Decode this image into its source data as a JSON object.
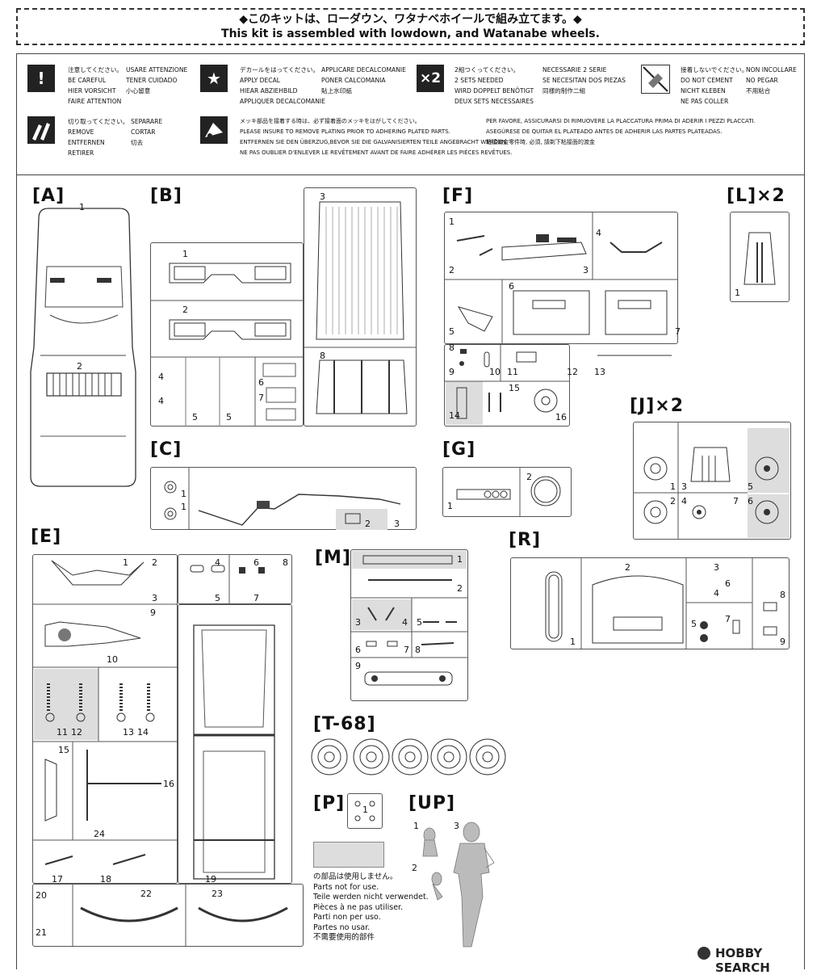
{
  "banner": {
    "jp": "◆このキットは、ローダウン、ワタナベホイールで組み立てます。◆",
    "en": "This kit is assembled with lowdown, and Watanabe wheels."
  },
  "legend": {
    "careful": [
      "注意してください。",
      "BE CAREFUL",
      "HIER VORSICHT",
      "FAIRE ATTENTION"
    ],
    "careful2": [
      "USARE ATTENZIONE",
      "TENER CUIDADO",
      "小心留意"
    ],
    "decal": [
      "デカールをはってください。",
      "APPLY DECAL",
      "HIEAR ABZIEHBILD",
      "APPLIQUER DECALCOMANIE"
    ],
    "decal2": [
      "APPLICARE DECALCOMANIE",
      "PONER CALCOMANIA",
      "貼上水印紙"
    ],
    "twosets_icon": "×2",
    "twosets": [
      "2組つくってください。",
      "2 SETS NEEDED",
      "WIRD DOPPELT BENÖTIGT",
      "DEUX SETS NECESSAIRES"
    ],
    "twosets2": [
      "NECESSARIE 2 SERIE",
      "SE NECESITAN DOS PIEZAS",
      "同樣的制作二組"
    ],
    "nocement": [
      "接着しないでください。",
      "DO NOT CEMENT",
      "NICHT KLEBEN",
      "NE PAS COLLER"
    ],
    "nocement2": [
      "NON INCOLLARE",
      "NO PEGAR",
      "不用粘合"
    ],
    "remove": [
      "切り取ってください。",
      "REMOVE",
      "ENTFERNEN",
      "RETIRER"
    ],
    "remove2": [
      "SEPARARE",
      "CORTAR",
      "切去"
    ],
    "plating": [
      "メッキ部品を接着する時は、必ず接着面のメッキをはがしてください。",
      "PLEASE INSURE TO REMOVE PLATING PRIOR TO ADHERING PLATED PARTS.",
      "ENTFERNEN SIE DEN ÜBERZUG,BEVOR SIE DIE GALVANISIERTEN TEILE ANGEBRACHT WERDEN.",
      "NE PAS OUBLIER D'ENLEVER LE REVÊTEMENT AVANT DE FAIRE ADHÉRER LES PIÈCES REVÊTUES."
    ],
    "plating2": [
      "PER FAVORE, ASSICURARSI DI RIMUOVERE LA PLACCATURA PRIMA DI ADERIR I PEZZI PLACCATI.",
      "ASEGÚRESE DE QUITAR EL PLATEADO ANTES DE ADHERIR LAS PARTES PLATEADAS.",
      "粘接渡金零件時, 必須, 請剃下粘接面的渡金"
    ]
  },
  "sprues": {
    "A": "[A]",
    "B": "[B]",
    "C": "[C]",
    "E": "[E]",
    "F": "[F]",
    "G": "[G]",
    "L": "[L]×2",
    "J": "[J]×2",
    "R": "[R]",
    "M": "[M]",
    "T68": "[T-68]",
    "P": "[P]",
    "UP": "[UP]"
  },
  "parts": {
    "A": [
      "1",
      "2"
    ],
    "B": [
      "1",
      "2",
      "3",
      "4",
      "4",
      "5",
      "5",
      "6",
      "7",
      "8"
    ],
    "C": [
      "1",
      "1",
      "2",
      "3"
    ],
    "E": [
      "1",
      "2",
      "3",
      "4",
      "5",
      "6",
      "7",
      "8",
      "9",
      "10",
      "11",
      "12",
      "13",
      "14",
      "15",
      "16",
      "17",
      "18",
      "19",
      "20",
      "21",
      "22",
      "23",
      "24"
    ],
    "F": [
      "1",
      "2",
      "3",
      "4",
      "5",
      "6",
      "7",
      "8",
      "9",
      "10",
      "11",
      "12",
      "13",
      "14",
      "15",
      "16"
    ],
    "G": [
      "1",
      "2"
    ],
    "L": [
      "1"
    ],
    "J": [
      "1",
      "2",
      "3",
      "4",
      "5",
      "6",
      "7"
    ],
    "R": [
      "1",
      "2",
      "3",
      "4",
      "5",
      "6",
      "7",
      "8",
      "9"
    ],
    "M": [
      "1",
      "2",
      "3",
      "4",
      "5",
      "6",
      "7",
      "8",
      "9"
    ],
    "P": [
      "1"
    ],
    "UP": [
      "1",
      "2",
      "3"
    ]
  },
  "notused": [
    "の部品は使用しません。",
    "Parts not for use.",
    "Teile werden nicht verwendet.",
    "Pièces à ne pas utiliser.",
    "Parti non per uso.",
    "Partes no usar.",
    "不需要使用的部件"
  ],
  "watermark": "HOBBY SEARCH"
}
